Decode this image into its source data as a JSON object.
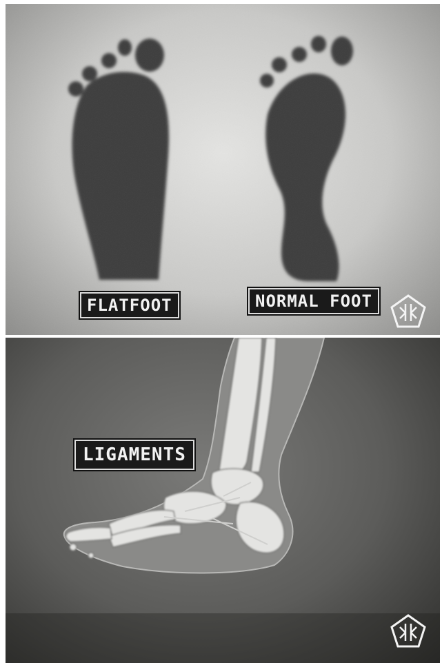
{
  "top_panel": {
    "left_caption": "FLATFOOT",
    "right_caption": "NORMAL FOOT"
  },
  "bottom_panel": {
    "caption": "LIGAMENTS"
  },
  "colors": {
    "light_bg": "#d4d4d2",
    "print_dark": "#3a3a3a",
    "caption_bg": "#1a1a1a",
    "dark_bg": "#4f4f4d",
    "bone": "#e6e6e4",
    "foot_outline": "#8d8d8b"
  },
  "icons": {
    "logo": "pentagon-logo-icon"
  }
}
